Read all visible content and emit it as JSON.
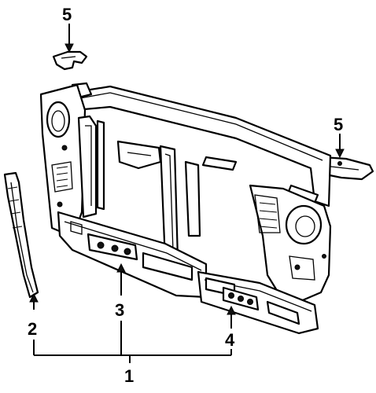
{
  "callouts": {
    "bracket_left": "5",
    "bracket_right": "5",
    "support_rod": "2",
    "lower_left_panel": "3",
    "lower_right_panel": "4",
    "assembly": "1"
  },
  "colors": {
    "ink": "#000000",
    "paper": "#ffffff"
  }
}
